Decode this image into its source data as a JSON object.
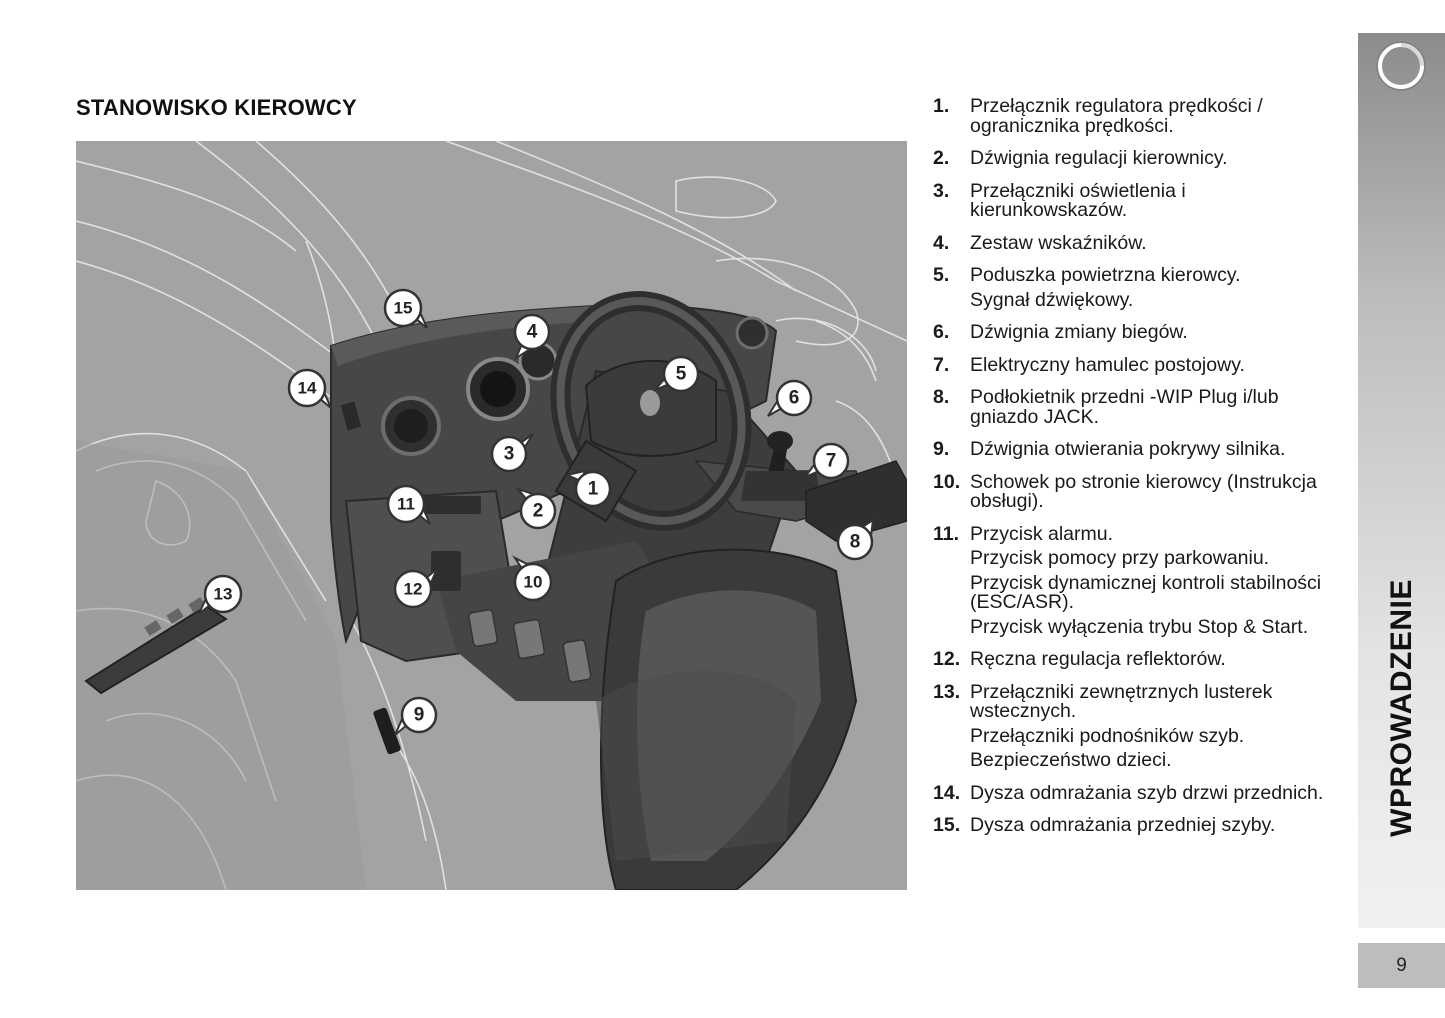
{
  "page": {
    "title": "STANOWISKO KIEROWCY",
    "section": "WPROWADZENIE",
    "number": "9"
  },
  "callouts": [
    "1",
    "2",
    "3",
    "4",
    "5",
    "6",
    "7",
    "8",
    "9",
    "10",
    "11",
    "12",
    "13",
    "14",
    "15"
  ],
  "items": [
    {
      "num": "1.",
      "lines": [
        "Przełącznik regulatora prędkości / ogranicznika prędkości."
      ]
    },
    {
      "num": "2.",
      "lines": [
        "Dźwignia regulacji kierownicy."
      ]
    },
    {
      "num": "3.",
      "lines": [
        "Przełączniki oświetlenia i kierunkowskazów."
      ]
    },
    {
      "num": "4.",
      "lines": [
        "Zestaw wskaźników."
      ]
    },
    {
      "num": "5.",
      "lines": [
        "Poduszka powietrzna kierowcy.",
        "Sygnał dźwiękowy."
      ]
    },
    {
      "num": "6.",
      "lines": [
        "Dźwignia zmiany biegów."
      ]
    },
    {
      "num": "7.",
      "lines": [
        "Elektryczny hamulec postojowy."
      ]
    },
    {
      "num": "8.",
      "lines": [
        "Podłokietnik przedni -WIP Plug i/lub gniazdo JACK."
      ]
    },
    {
      "num": "9.",
      "lines": [
        "Dźwignia otwierania pokrywy silnika."
      ]
    },
    {
      "num": "10.",
      "lines": [
        "Schowek po stronie kierowcy (Instrukcja obsługi)."
      ]
    },
    {
      "num": "11.",
      "lines": [
        "Przycisk alarmu.",
        "Przycisk pomocy przy parkowaniu.",
        "Przycisk dynamicznej kontroli stabilności (ESC/ASR).",
        "Przycisk wyłączenia trybu Stop & Start."
      ]
    },
    {
      "num": "12.",
      "lines": [
        "Ręczna regulacja reflektorów."
      ]
    },
    {
      "num": "13.",
      "lines": [
        "Przełączniki zewnętrznych lusterek wstecznych.",
        "Przełączniki podnośników szyb.",
        "Bezpieczeństwo dzieci."
      ]
    },
    {
      "num": "14.",
      "lines": [
        "Dysza odmrażania szyb drzwi przednich."
      ]
    },
    {
      "num": "15.",
      "lines": [
        "Dysza odmrażania przedniej szyby."
      ]
    }
  ]
}
